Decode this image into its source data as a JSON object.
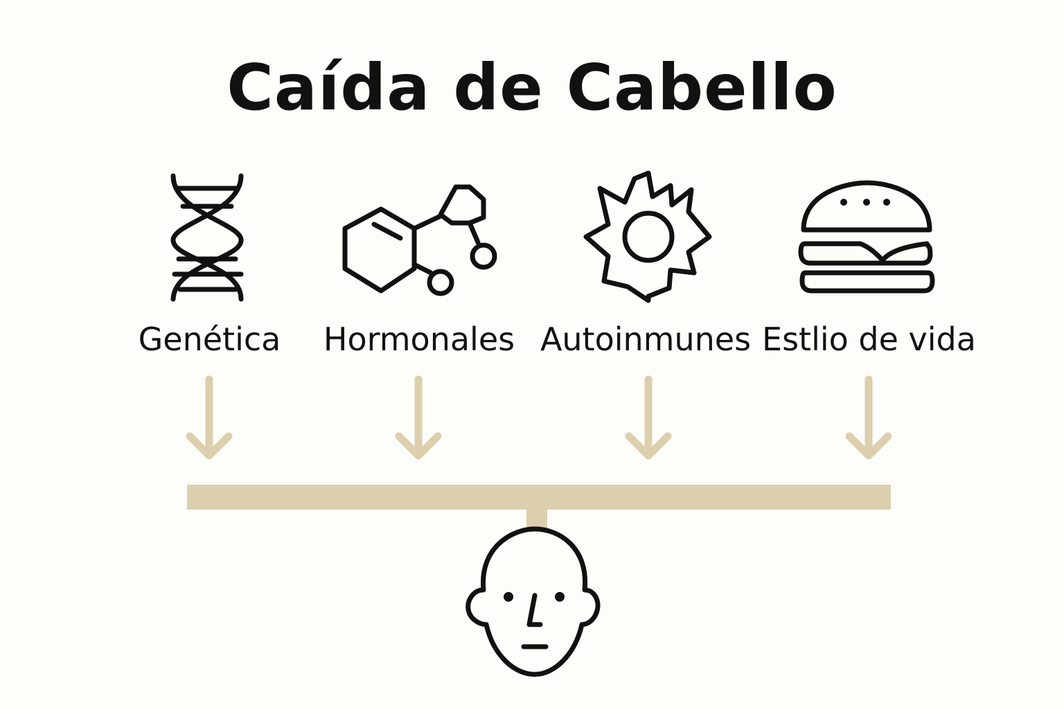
{
  "title": "Caída de Cabello",
  "colors": {
    "background": "#fdfdf9",
    "ink": "#111111",
    "arrow": "#dccfad"
  },
  "causes": [
    {
      "label": "Genética",
      "icon": "dna-icon"
    },
    {
      "label": "Hormonales",
      "icon": "molecule-icon"
    },
    {
      "label": "Autoinmunes",
      "icon": "sun-cell-icon"
    },
    {
      "label": "Estlio de vida",
      "icon": "burger-icon"
    }
  ],
  "target": {
    "icon": "bald-head-icon"
  }
}
